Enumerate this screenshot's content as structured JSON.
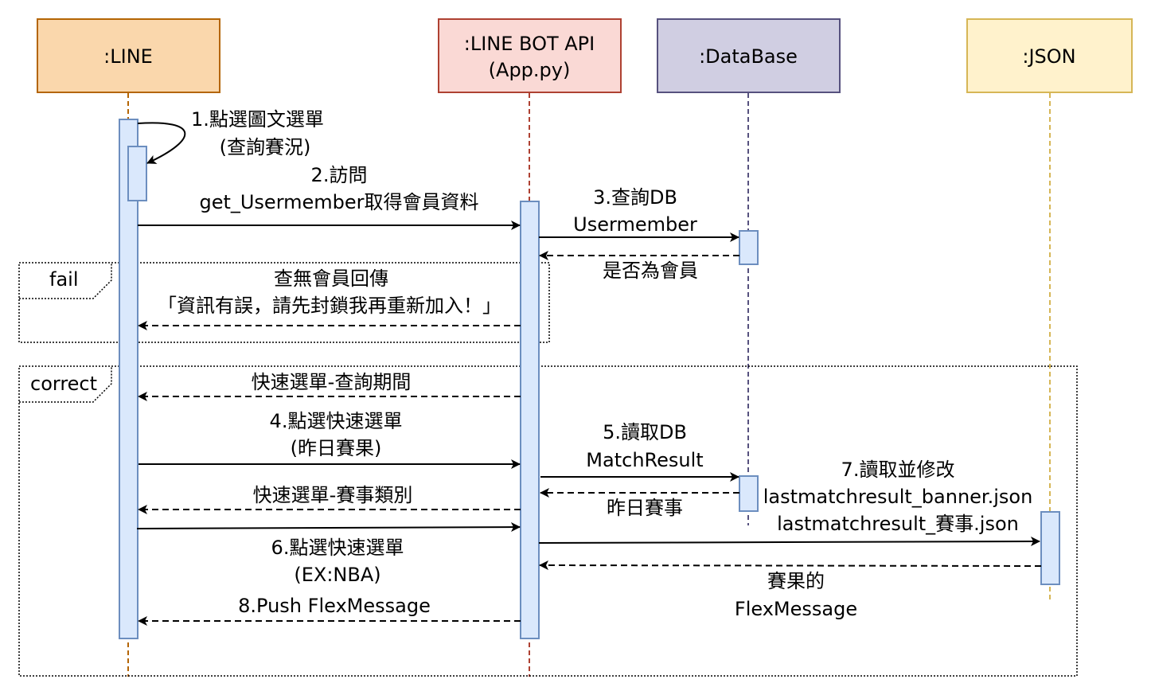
{
  "participants": [
    {
      "id": "line",
      "label": ":LINE",
      "fill": "#fad7ac",
      "stroke": "#b46504"
    },
    {
      "id": "api",
      "label": ":LINE BOT API",
      "label2": "(App.py)",
      "fill": "#fad9d5",
      "stroke": "#ae4132"
    },
    {
      "id": "db",
      "label": ":DataBase",
      "fill": "#d0cee2",
      "stroke": "#56517e"
    },
    {
      "id": "json",
      "label": ":JSON",
      "fill": "#fff2cc",
      "stroke": "#d6b656"
    }
  ],
  "activation_style": {
    "fill": "#dae8fc",
    "stroke": "#6c8ebf"
  },
  "frames": {
    "fail": {
      "label": "fail"
    },
    "correct": {
      "label": "correct"
    }
  },
  "messages": {
    "m1": {
      "line1": "1.點選圖文選單",
      "line2": "(查詢賽況)"
    },
    "m2": {
      "line1": "2.訪問",
      "line2": "get_Usermember取得會員資料"
    },
    "m3": {
      "line1": "3.查詢DB",
      "line2": "Usermember"
    },
    "m3r": {
      "line1": "是否為會員"
    },
    "mfail": {
      "line1": "查無會員回傳",
      "line2": "「資訊有誤，請先封鎖我再重新加入！」"
    },
    "q1": {
      "line1": "快速選單-查詢期間"
    },
    "m4": {
      "line1": "4.點選快速選單",
      "line2": "(昨日賽果)"
    },
    "m5": {
      "line1": "5.讀取DB",
      "line2": "MatchResult"
    },
    "m5r": {
      "line1": "昨日賽事"
    },
    "q2": {
      "line1": "快速選單-賽事類別"
    },
    "m6": {
      "line1": "6.點選快速選單",
      "line2": "(EX:NBA)"
    },
    "m7": {
      "line1": "7.讀取並修改",
      "line2": "lastmatchresult_banner.json",
      "line3": "lastmatchresult_賽事.json"
    },
    "m7r": {
      "line1": "賽果的",
      "line2": "FlexMessage"
    },
    "m8": {
      "line1": "8.Push FlexMessage"
    }
  }
}
